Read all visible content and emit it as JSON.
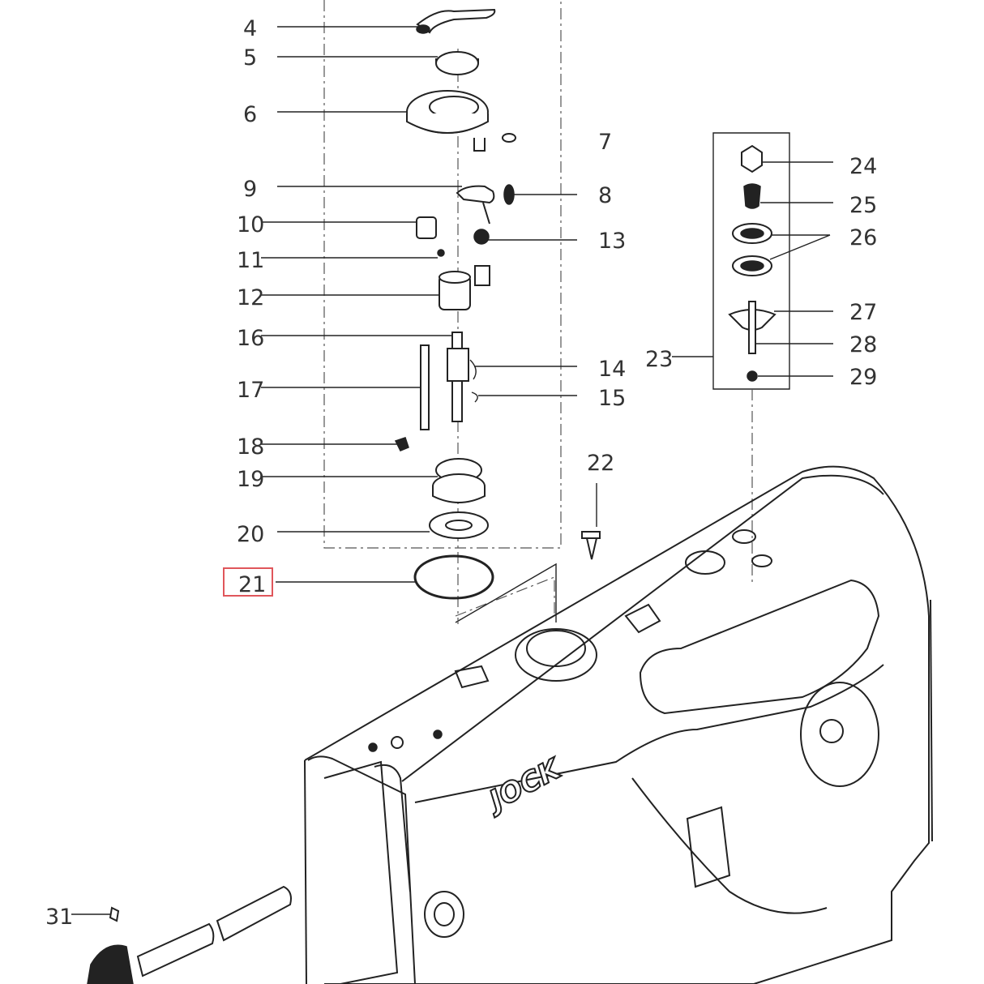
{
  "colors": {
    "highlight": "#e0565b",
    "line": "#222222"
  },
  "callouts": [
    "4",
    "5",
    "6",
    "7",
    "8",
    "9",
    "10",
    "11",
    "12",
    "13",
    "14",
    "15",
    "16",
    "17",
    "18",
    "19",
    "20",
    "21",
    "22",
    "23",
    "24",
    "25",
    "26",
    "27",
    "28",
    "29",
    "31"
  ],
  "highlighted_callout": "21",
  "brand_logo": "JOCK"
}
